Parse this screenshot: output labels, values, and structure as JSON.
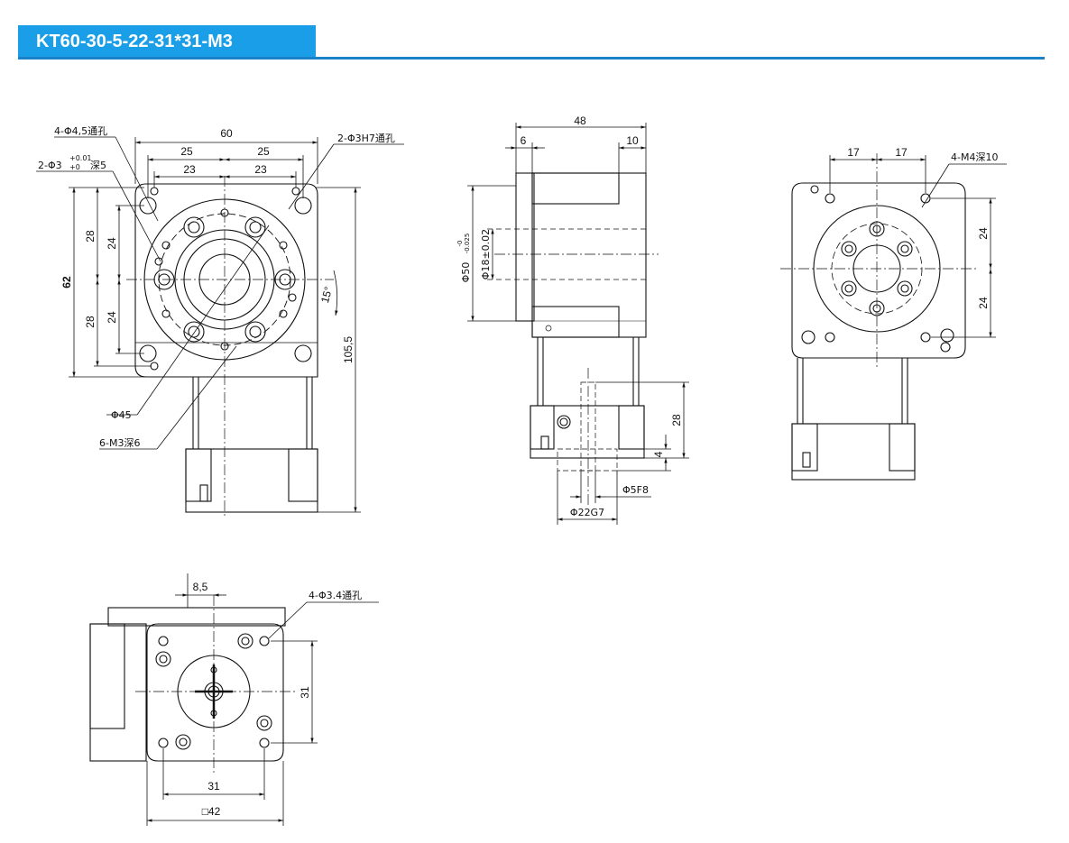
{
  "header": {
    "title": "KT60-30-5-22-31*31-M3",
    "accent": "#1a9ee8",
    "rule": "#1a82c8"
  },
  "front": {
    "w60": "60",
    "w25a": "25",
    "w25b": "25",
    "w23a": "23",
    "w23b": "23",
    "h62": "62",
    "h28a": "28",
    "h28b": "28",
    "h24a": "24",
    "h24b": "24",
    "h105": "105,5",
    "ang": "15°",
    "d45": "Φ45",
    "note1": "4-Φ4,5通孔",
    "note2a": "2-Φ3",
    "note2tol_up": "+0.01",
    "note2tol_dn": "+0",
    "note2b": "深5",
    "note3": "2-Φ3H7通孔",
    "note4": "6-M3深6"
  },
  "side": {
    "w48": "48",
    "w6": "6",
    "w10": "10",
    "d50": "Φ50",
    "d50tol_up": "-0",
    "d50tol_dn": "-0.025",
    "d18": "Φ18±0.02",
    "h28": "28",
    "h4": "4",
    "d5": "Φ5F8",
    "d22": "Φ22G7"
  },
  "rear": {
    "w17a": "17",
    "w17b": "17",
    "h24a": "24",
    "h24b": "24",
    "note": "4-M4深10"
  },
  "bottom": {
    "w85": "8,5",
    "h31": "31",
    "w31": "31",
    "w42": "□42",
    "note": "4-Φ3.4通孔"
  }
}
